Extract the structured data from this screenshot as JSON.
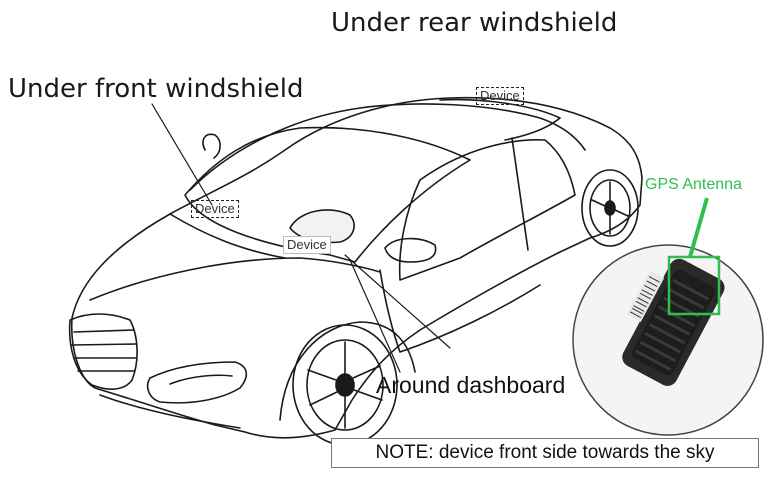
{
  "labels": {
    "rear": "Under rear windshield",
    "front": "Under front windshield",
    "dashboard": "Around dashboard",
    "gps": "GPS Antenna",
    "note": "NOTE: device front side towards the sky"
  },
  "device_tags": {
    "rear": "Device",
    "front": "Device",
    "dashboard": "Device"
  },
  "colors": {
    "line": "#1a1a1a",
    "gps_accent": "#2fbf4f",
    "device_body": "#2a2a2a"
  }
}
